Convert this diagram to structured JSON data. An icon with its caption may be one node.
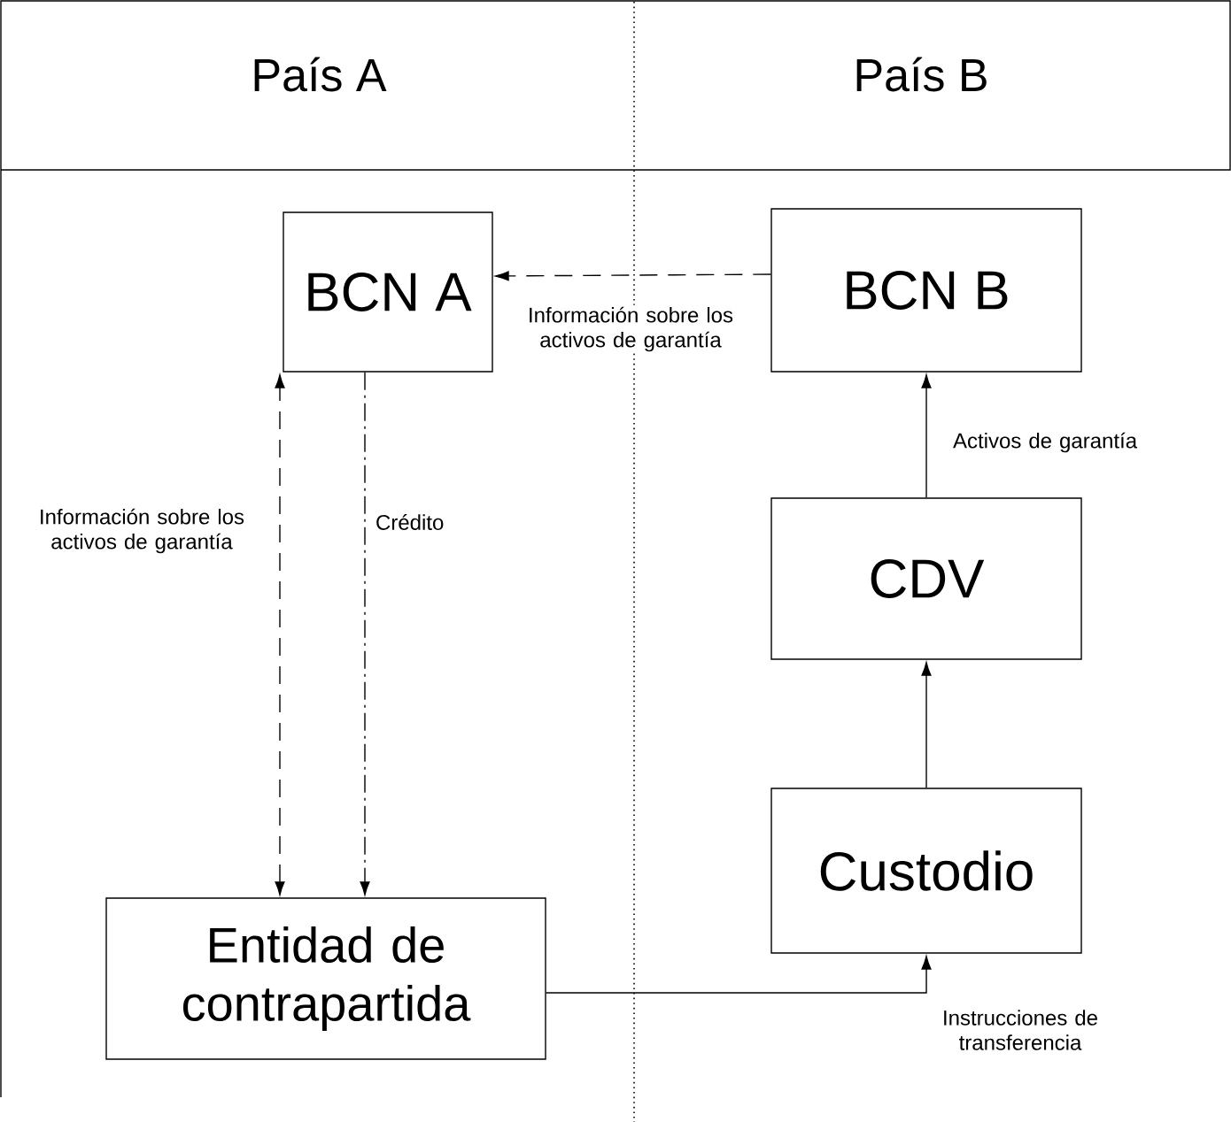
{
  "diagram": {
    "nodes": [
      {
        "text": [
          "BCN A"
        ]
      },
      {
        "text": [
          "BCN B"
        ]
      },
      {
        "text": [
          "CDV"
        ]
      },
      {
        "text": [
          "Custodio"
        ]
      },
      {
        "text": [
          "Entidad de contrapartida"
        ]
      }
    ],
    "edges": [
      {
        "from": 1,
        "to": 0,
        "arrow": "to",
        "style": "dashed",
        "label": "Información sobre los activos de garantía"
      },
      {
        "from": 4,
        "to": 0,
        "arrow": "both",
        "style": "dashed",
        "label": "Información sobre los activos de garantía"
      },
      {
        "from": 0,
        "to": 4,
        "arrow": "to",
        "style": "dashed",
        "label": "Crédito"
      },
      {
        "from": 2,
        "to": 1,
        "arrow": "to",
        "label": "Activos de garantía"
      },
      {
        "from": 3,
        "to": 2,
        "arrow": "to"
      },
      {
        "from": 4,
        "to": 3,
        "arrow": "to",
        "label": "Instrucciones de transferencia"
      }
    ],
    "labels": [
      "País A",
      "País B"
    ]
  }
}
